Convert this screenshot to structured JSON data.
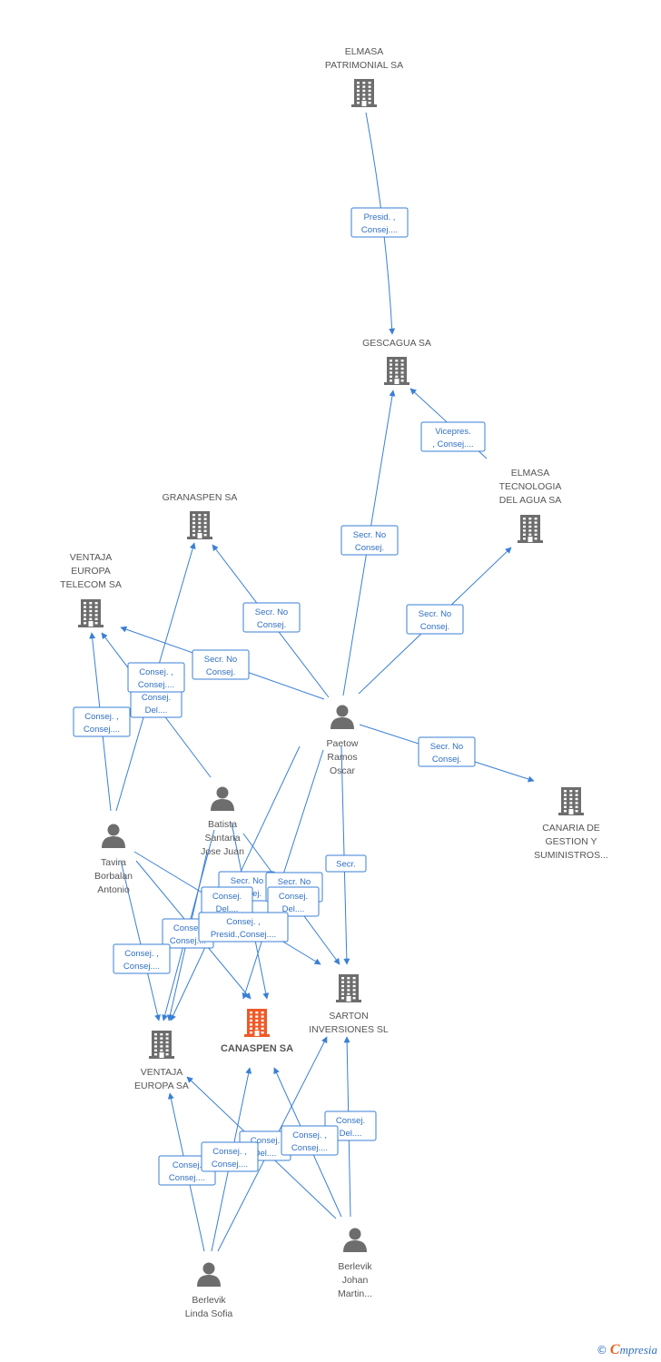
{
  "diagram": {
    "colors": {
      "edge": "#3a7fd5",
      "company": "#6d6d6d",
      "focus": "#f05a28",
      "person": "#6d6d6d"
    },
    "nodes": [
      {
        "id": "elmasa_patrimonial",
        "kind": "company",
        "label": [
          "ELMASA",
          "PATRIMONIAL SA"
        ]
      },
      {
        "id": "gescagua",
        "kind": "company",
        "label": [
          "GESCAGUA SA"
        ]
      },
      {
        "id": "elmasa_tecnologia",
        "kind": "company",
        "label": [
          "ELMASA",
          "TECNOLOGIA",
          "DEL AGUA SA"
        ]
      },
      {
        "id": "granaspen",
        "kind": "company",
        "label": [
          "GRANASPEN SA"
        ]
      },
      {
        "id": "ventaja_telecom",
        "kind": "company",
        "label": [
          "VENTAJA",
          "EUROPA",
          "TELECOM SA"
        ]
      },
      {
        "id": "paetow",
        "kind": "person",
        "label": [
          "Paetow",
          "Ramos",
          "Oscar"
        ]
      },
      {
        "id": "canaria",
        "kind": "company",
        "label": [
          "CANARIA DE",
          "GESTION Y",
          "SUMINISTROS..."
        ]
      },
      {
        "id": "batista",
        "kind": "person",
        "label": [
          "Batista",
          "Santana",
          "Jose Juan"
        ]
      },
      {
        "id": "tavira",
        "kind": "person",
        "label": [
          "Tavira",
          "Borbalan",
          "Antonio"
        ]
      },
      {
        "id": "sarton",
        "kind": "company",
        "label": [
          "SARTON",
          "INVERSIONES SL"
        ]
      },
      {
        "id": "canaspen",
        "kind": "focus",
        "label": [
          "CANASPEN SA"
        ]
      },
      {
        "id": "ventaja_europa",
        "kind": "company",
        "label": [
          "VENTAJA",
          "EUROPA SA"
        ]
      },
      {
        "id": "berlevik_johan",
        "kind": "person",
        "label": [
          "Berlevik",
          "Johan",
          "Martin..."
        ]
      },
      {
        "id": "berlevik_linda",
        "kind": "person",
        "label": [
          "Berlevik",
          "Linda Sofia"
        ]
      }
    ],
    "relations": [
      {
        "lines": [
          "Presid. ,",
          "Consej...."
        ]
      },
      {
        "lines": [
          "Vicepres.",
          ", Consej...."
        ]
      },
      {
        "lines": [
          "Secr. No",
          "Consej."
        ]
      },
      {
        "lines": [
          "Secr. No",
          "Consej."
        ]
      },
      {
        "lines": [
          "Secr. No",
          "Consej."
        ]
      },
      {
        "lines": [
          "Secr. No",
          "Consej."
        ]
      },
      {
        "lines": [
          "Secr. No",
          "Consej."
        ]
      },
      {
        "lines": [
          "Consej.",
          "Del...."
        ]
      },
      {
        "lines": [
          "Consej. ,",
          "Consej...."
        ]
      },
      {
        "lines": [
          "Consej. ,",
          "Consej...."
        ]
      },
      {
        "lines": [
          "Secr."
        ]
      },
      {
        "lines": [
          "Secr. No",
          "Consej."
        ]
      },
      {
        "lines": [
          "Secr. No",
          "Consej."
        ]
      },
      {
        "lines": [
          "Consej.",
          "Del...."
        ]
      },
      {
        "lines": [
          "Consej.",
          "Del...."
        ]
      },
      {
        "lines": [
          "Consej.",
          "Consej...."
        ]
      },
      {
        "lines": [
          "Consej. ,",
          "Presid.,Consej...."
        ]
      },
      {
        "lines": [
          "Consej. ,",
          "Consej...."
        ]
      },
      {
        "lines": [
          "Consej.",
          "Del...."
        ]
      },
      {
        "lines": [
          "Consej.",
          "Del...."
        ]
      },
      {
        "lines": [
          "Consej. ,",
          "Consej...."
        ]
      },
      {
        "lines": [
          "Consej.",
          "Consej...."
        ]
      },
      {
        "lines": [
          "Consej. ,",
          "Consej...."
        ]
      }
    ]
  },
  "footer": {
    "copyright_symbol": "©",
    "brand_initial": "C",
    "brand_rest": "mpresia"
  }
}
